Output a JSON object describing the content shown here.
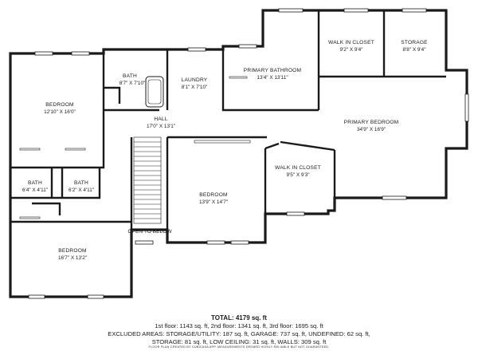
{
  "rooms": {
    "walk_in_closet_top": {
      "name": "WALK IN CLOSET",
      "dim": "9'2\" X 9'4\""
    },
    "storage": {
      "name": "STORAGE",
      "dim": "8'8\" X 9'4\""
    },
    "primary_bathroom": {
      "name": "PRIMARY BATHROOM",
      "dim": "13'4\" X 13'11\""
    },
    "bath_upper": {
      "name": "BATH",
      "dim": "8'7\" X 7'10\""
    },
    "laundry": {
      "name": "LAUNDRY",
      "dim": "8'1\" X 7'10\""
    },
    "bedroom_left": {
      "name": "BEDROOM",
      "dim": "12'10\" X 16'0\""
    },
    "hall": {
      "name": "HALL",
      "dim": "17'0\" X 13'1\""
    },
    "primary_bedroom": {
      "name": "PRIMARY BEDROOM",
      "dim": "34'9\" X 16'9\""
    },
    "walk_in_closet_mid": {
      "name": "WALK IN CLOSET",
      "dim": "9'5\" X 9'3\""
    },
    "bath_left_a": {
      "name": "BATH",
      "dim": "6'4\" X 4'11\""
    },
    "bath_left_b": {
      "name": "BATH",
      "dim": "6'2\" X 4'11\""
    },
    "bedroom_center": {
      "name": "BEDROOM",
      "dim": "13'9\" X 14'7\""
    },
    "bedroom_bottom": {
      "name": "BEDROOM",
      "dim": "16'7\" X 13'2\""
    }
  },
  "open_to_below": "OPEN TO BELOW",
  "summary": {
    "total": "TOTAL: 4179 sq. ft",
    "floors": "1st floor: 1143 sq. ft, 2nd floor: 1341 sq. ft, 3rd floor: 1695 sq. ft",
    "excluded_1": "EXCLUDED AREAS: STORAGE/UTILITY: 187 sq. ft, GARAGE: 737 sq. ft, UNDEFINED: 62 sq. ft,",
    "excluded_2": "STORAGE: 81 sq. ft, LOW CEILING: 31 sq. ft, WALLS: 309 sq. ft"
  },
  "footnote": "FLOOR PLAN CREATED BY CUBICASA APP. MEASUREMENTS DEEMED HIGHLY RELIABLE BUT NOT GUARANTEED.",
  "colors": {
    "wall": "#1a1a1a",
    "window": "#ffffff",
    "background": "#ffffff"
  }
}
